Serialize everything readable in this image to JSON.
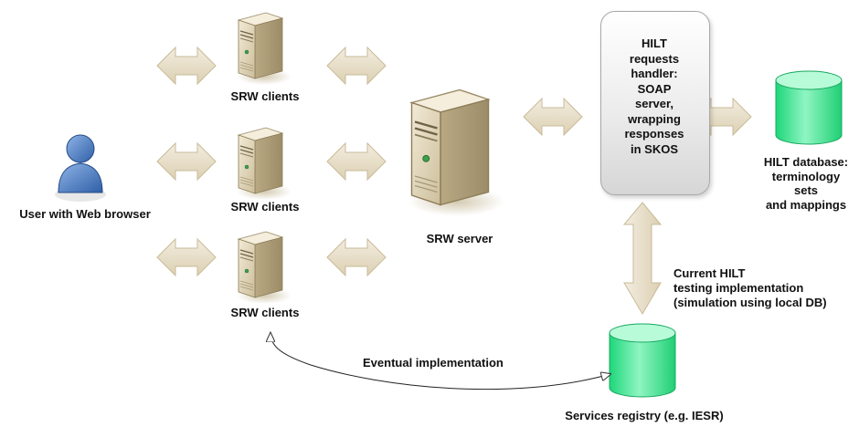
{
  "nodes": {
    "user": {
      "label": "User with Web browser",
      "icon": "user-icon",
      "color": "#4a78b8"
    },
    "srw_clients": [
      {
        "label": "SRW clients",
        "icon": "server-icon"
      },
      {
        "label": "SRW clients",
        "icon": "server-icon"
      },
      {
        "label": "SRW clients",
        "icon": "server-icon"
      }
    ],
    "srw_server": {
      "label": "SRW server",
      "icon": "server-icon"
    },
    "hilt_handler": {
      "lines": [
        "HILT",
        "requests",
        "handler:",
        "SOAP",
        "server,",
        "wrapping",
        "responses",
        "in SKOS"
      ]
    },
    "hilt_database": {
      "lines": [
        "HILT database:",
        "terminology",
        "sets",
        "and mappings"
      ],
      "icon": "database-icon",
      "color": "#2ee08a"
    },
    "services_registry": {
      "label": "Services registry (e.g. IESR)",
      "icon": "database-icon",
      "color": "#2ee08a"
    }
  },
  "annotations": {
    "current": [
      "Current HILT",
      "testing implementation",
      "(simulation using local DB)"
    ],
    "eventual": "Eventual implementation"
  },
  "colors": {
    "arrow_fill": "#e6dcc4",
    "arrow_stroke": "#c9bb98",
    "server_body": "#d9ceb0"
  }
}
